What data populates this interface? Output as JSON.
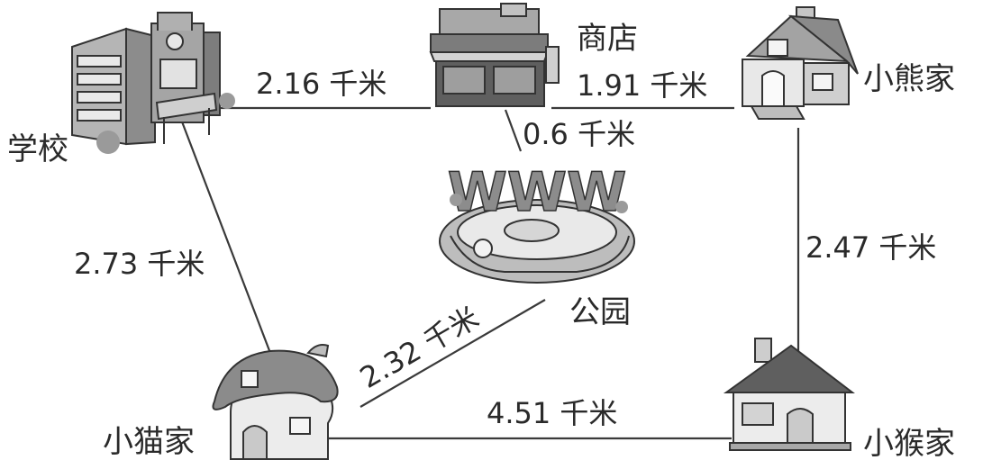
{
  "places": {
    "school": "学校",
    "shop": "商店",
    "bear_home": "小熊家",
    "park": "公园",
    "cat_home": "小猫家",
    "monkey_home": "小猴家"
  },
  "routes": {
    "school_shop": "2.16 千米",
    "shop_bear": "1.91 千米",
    "shop_park": "0.6 千米",
    "school_cat": "2.73 千米",
    "bear_monkey": "2.47 千米",
    "cat_park": "2.32 千米",
    "cat_monkey": "4.51 千米"
  },
  "park_sign": "WWW"
}
